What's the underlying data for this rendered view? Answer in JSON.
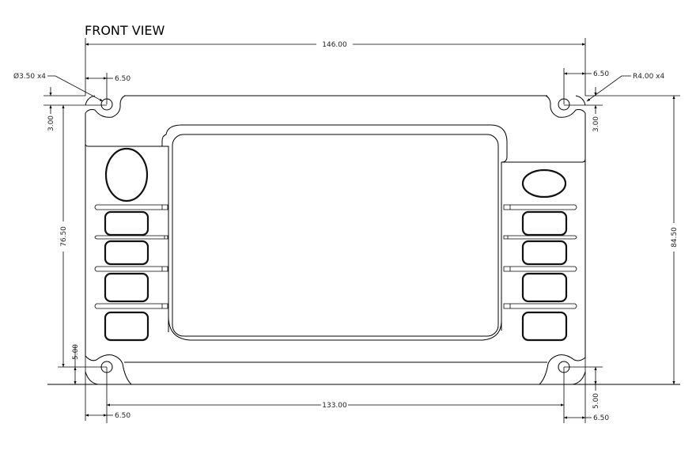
{
  "title": "FRONT VIEW",
  "dimensions": {
    "overall_width": "146.00",
    "hole_spacing_width": "133.00",
    "overall_height": "84.50",
    "hole_spacing_height": "76.50",
    "hole_offset_left_top": "6.50",
    "hole_offset_right_top": "6.50",
    "hole_offset_left_bottom": "6.50",
    "hole_offset_right_bottom": "6.50",
    "hole_offset_top_left": "3.00",
    "hole_offset_top_right": "3.00",
    "hole_offset_bottom_left": "5.00",
    "hole_offset_bottom_right": "5.00",
    "hole_callout": "Ø3.50 x4",
    "radius_callout": "R4.00 x4"
  }
}
